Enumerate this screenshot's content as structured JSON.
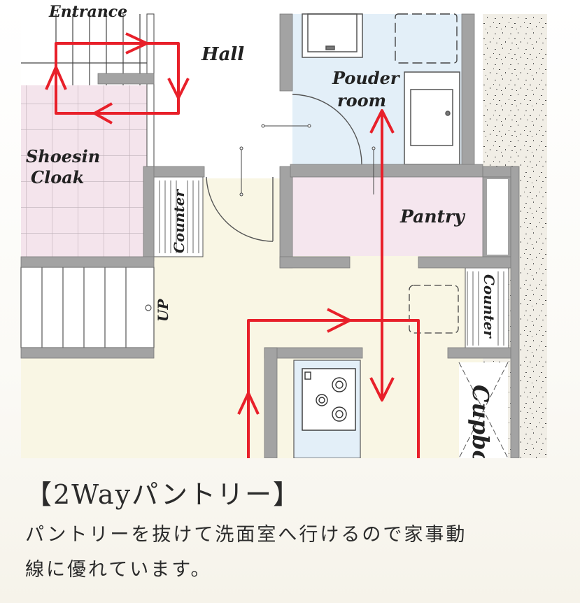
{
  "plan": {
    "rooms": {
      "entrance": "Entrance",
      "hall": "Hall",
      "powder_line1": "Pouder",
      "powder_line2": "room",
      "shoe_line1": "Shoesin",
      "shoe_line2": "Cloak",
      "pantry": "Pantry",
      "counter_left": "Counter",
      "counter_right": "Counter",
      "cupboard": "Cupbo",
      "stairs_up": "UP"
    },
    "colors": {
      "arrow": "#e8202a",
      "wall": "#a3a3a3",
      "powder_room": "#e3eff8",
      "shoe_cloak": "#f4e4ec",
      "pantry": "#f5e6ee",
      "floor": "#f9f6e4",
      "exterior": "#f1eee6"
    }
  },
  "caption": {
    "title": "【2Wayパントリー】",
    "line1": "パントリーを抜けて洗面室へ行けるので家事動",
    "line2": "線に優れています。"
  }
}
